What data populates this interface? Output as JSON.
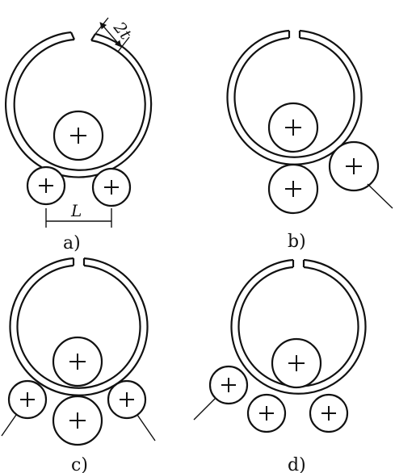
{
  "labels": {
    "thickness": "2t",
    "span": "L"
  },
  "captions": {
    "a": "a)",
    "b": "b)",
    "c": "c)",
    "d": "d)"
  }
}
